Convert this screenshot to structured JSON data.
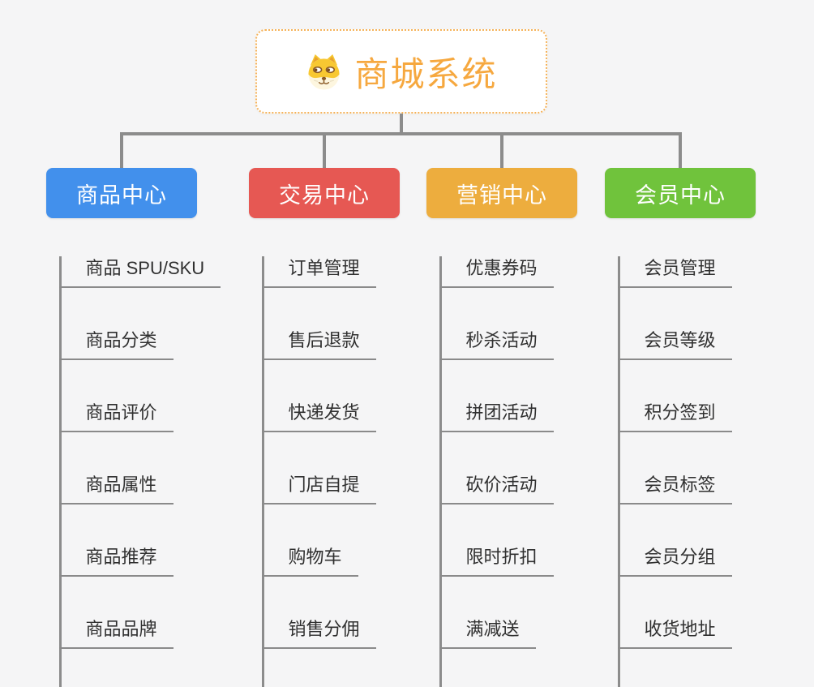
{
  "root": {
    "title": "商城系统",
    "icon": "shiba-dog-icon"
  },
  "branches": [
    {
      "key": "product-center",
      "label": "商品中心",
      "color": "#4290EC",
      "items": [
        "商品 SPU/SKU",
        "商品分类",
        "商品评价",
        "商品属性",
        "商品推荐",
        "商品品牌"
      ]
    },
    {
      "key": "trade-center",
      "label": "交易中心",
      "color": "#E65853",
      "items": [
        "订单管理",
        "售后退款",
        "快递发货",
        "门店自提",
        "购物车",
        "销售分佣"
      ]
    },
    {
      "key": "marketing-center",
      "label": "营销中心",
      "color": "#EDAD3E",
      "items": [
        "优惠券码",
        "秒杀活动",
        "拼团活动",
        "砍价活动",
        "限时折扣",
        "满减送"
      ]
    },
    {
      "key": "member-center",
      "label": "会员中心",
      "color": "#70C33C",
      "items": [
        "会员管理",
        "会员等级",
        "积分签到",
        "会员标签",
        "会员分组",
        "收货地址"
      ]
    }
  ],
  "colors": {
    "background": "#F5F5F6",
    "line": "#8C8C8C",
    "underline": "#8A8A8A",
    "text": "#303030",
    "root_accent": "#F6A83F",
    "root_border": "#F5B259",
    "root_bg": "#FFFFFF"
  }
}
